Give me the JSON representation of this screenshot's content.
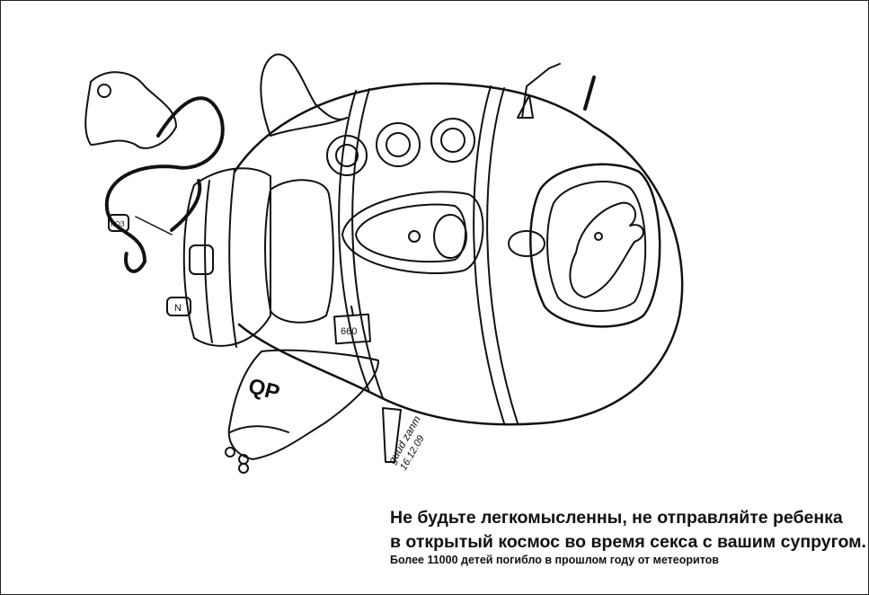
{
  "caption": {
    "line1": "Не будьте легкомысленны, не отправляйте ребенка",
    "line2": "в открытый космос во время секса с вашим супругом.",
    "line3": "Более 11000 детей погибло в прошлом году от метеоритов"
  },
  "illustration": {
    "plate_number": "660",
    "wing_logo": "QP",
    "hose_tag": "КОЗ",
    "thruster_letter": "N",
    "signature": "guud zanm",
    "signature_date": "16.12.09"
  }
}
